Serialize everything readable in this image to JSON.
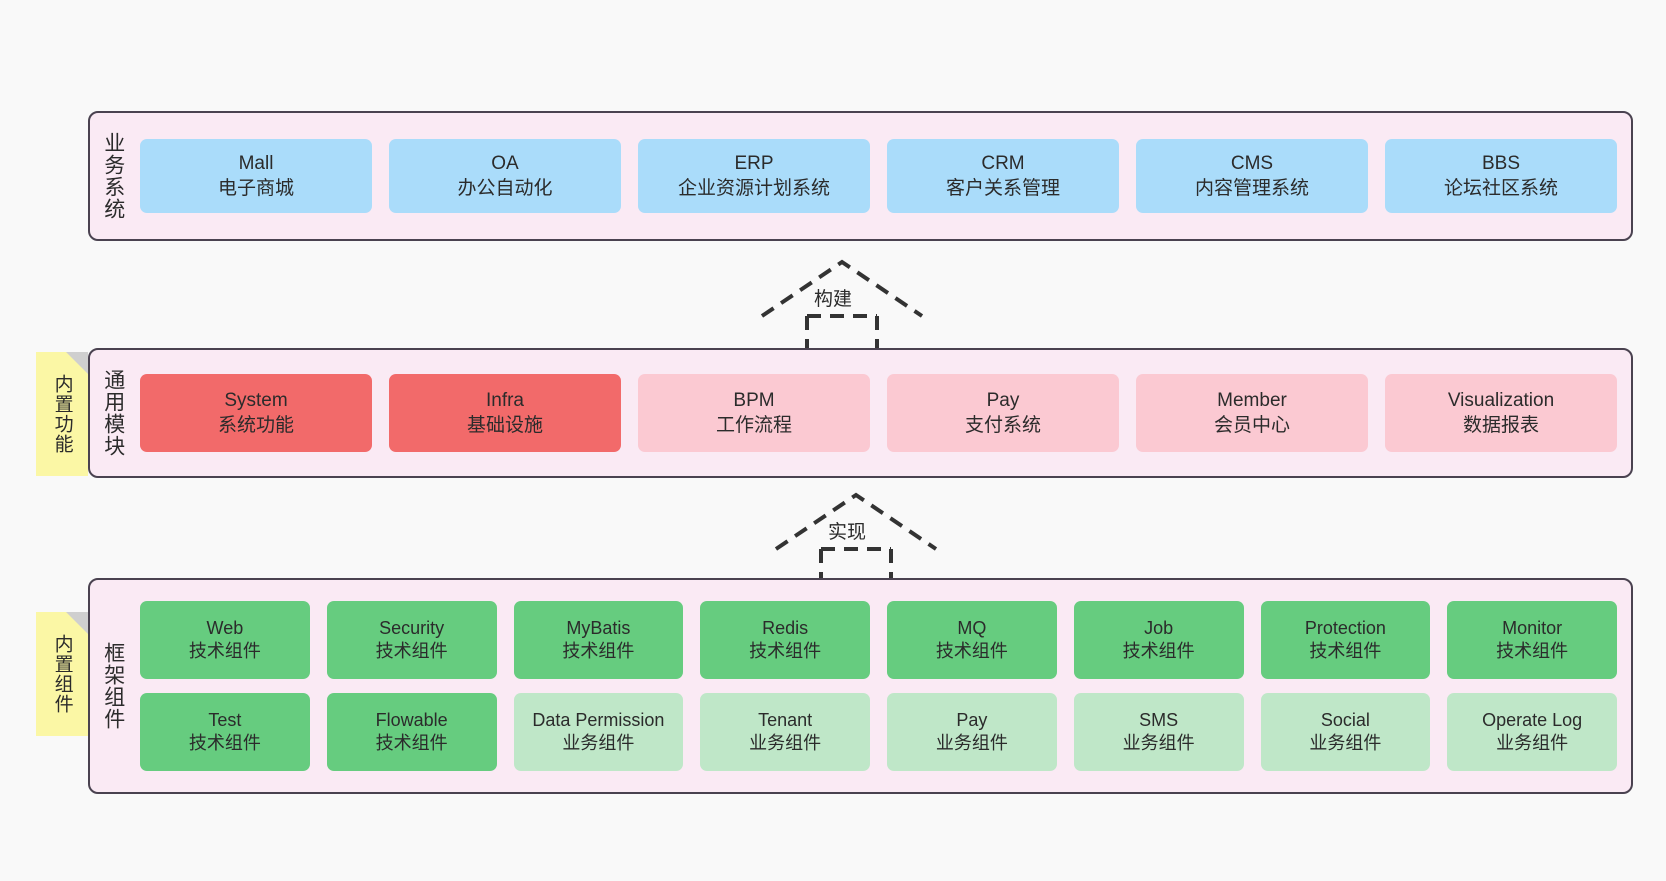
{
  "diagram": {
    "background_color": "#f9f9f9",
    "panel_fill": "#faeaf4",
    "panel_border": "#4a4250",
    "note_fill": "#fbf7a5",
    "colors": {
      "blue": "#aadcfa",
      "red": "#f26a6a",
      "pink": "#fbc9d2",
      "green": "#66cc7f",
      "light_green": "#bfe7c8"
    }
  },
  "layers": {
    "business": {
      "title": "业务系统",
      "cards": [
        {
          "name": "Mall",
          "sub": "电子商城",
          "color": "blue"
        },
        {
          "name": "OA",
          "sub": "办公自动化",
          "color": "blue"
        },
        {
          "name": "ERP",
          "sub": "企业资源计划系统",
          "color": "blue"
        },
        {
          "name": "CRM",
          "sub": "客户关系管理",
          "color": "blue"
        },
        {
          "name": "CMS",
          "sub": "内容管理系统",
          "color": "blue"
        },
        {
          "name": "BBS",
          "sub": "论坛社区系统",
          "color": "blue"
        }
      ]
    },
    "modules": {
      "title": "通用模块",
      "note": "内置功能",
      "cards": [
        {
          "name": "System",
          "sub": "系统功能",
          "color": "red"
        },
        {
          "name": "Infra",
          "sub": "基础设施",
          "color": "red"
        },
        {
          "name": "BPM",
          "sub": "工作流程",
          "color": "pink"
        },
        {
          "name": "Pay",
          "sub": "支付系统",
          "color": "pink"
        },
        {
          "name": "Member",
          "sub": "会员中心",
          "color": "pink"
        },
        {
          "name": "Visualization",
          "sub": "数据报表",
          "color": "pink"
        }
      ]
    },
    "framework": {
      "title": "框架组件",
      "note": "内置组件",
      "row1": [
        {
          "name": "Web",
          "sub": "技术组件",
          "color": "green"
        },
        {
          "name": "Security",
          "sub": "技术组件",
          "color": "green"
        },
        {
          "name": "MyBatis",
          "sub": "技术组件",
          "color": "green"
        },
        {
          "name": "Redis",
          "sub": "技术组件",
          "color": "green"
        },
        {
          "name": "MQ",
          "sub": "技术组件",
          "color": "green"
        },
        {
          "name": "Job",
          "sub": "技术组件",
          "color": "green"
        },
        {
          "name": "Protection",
          "sub": "技术组件",
          "color": "green"
        },
        {
          "name": "Monitor",
          "sub": "技术组件",
          "color": "green"
        }
      ],
      "row2": [
        {
          "name": "Test",
          "sub": "技术组件",
          "color": "green"
        },
        {
          "name": "Flowable",
          "sub": "技术组件",
          "color": "green"
        },
        {
          "name": "Data Permission",
          "sub": "业务组件",
          "color": "light_green"
        },
        {
          "name": "Tenant",
          "sub": "业务组件",
          "color": "light_green"
        },
        {
          "name": "Pay",
          "sub": "业务组件",
          "color": "light_green"
        },
        {
          "name": "SMS",
          "sub": "业务组件",
          "color": "light_green"
        },
        {
          "name": "Social",
          "sub": "业务组件",
          "color": "light_green"
        },
        {
          "name": "Operate Log",
          "sub": "业务组件",
          "color": "light_green"
        }
      ]
    }
  },
  "relations": {
    "build": {
      "label": "构建",
      "style": "dashed-hollow-arrow-up"
    },
    "implement": {
      "label": "实现",
      "style": "dashed-hollow-arrow-up"
    }
  }
}
